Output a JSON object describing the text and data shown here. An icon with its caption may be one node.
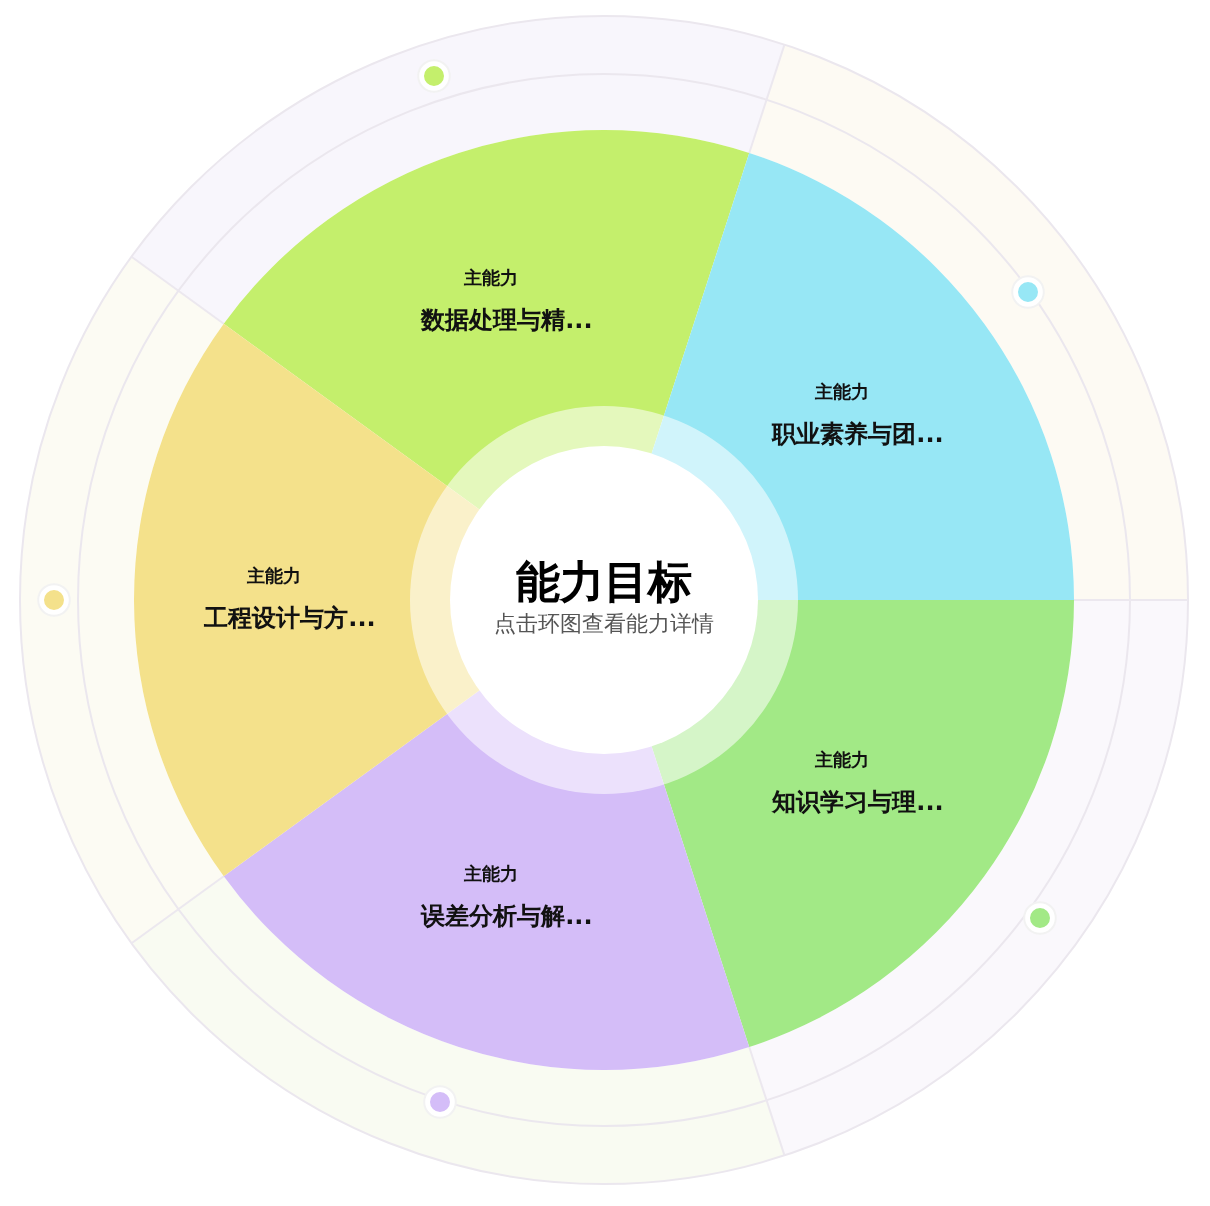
{
  "diagram": {
    "nodes": [
      {
        "text": [
          "能力目标",
          "点击环图查看能力详情"
        ]
      },
      {
        "text": [
          "主能力",
          "数据处理与精..."
        ]
      },
      {
        "text": [
          "主能力",
          "职业素养与团..."
        ]
      },
      {
        "text": [
          "主能力",
          "知识学习与理..."
        ]
      },
      {
        "text": [
          "主能力",
          "误差分析与解..."
        ]
      },
      {
        "text": [
          "主能力",
          "工程设计与方..."
        ]
      }
    ]
  }
}
